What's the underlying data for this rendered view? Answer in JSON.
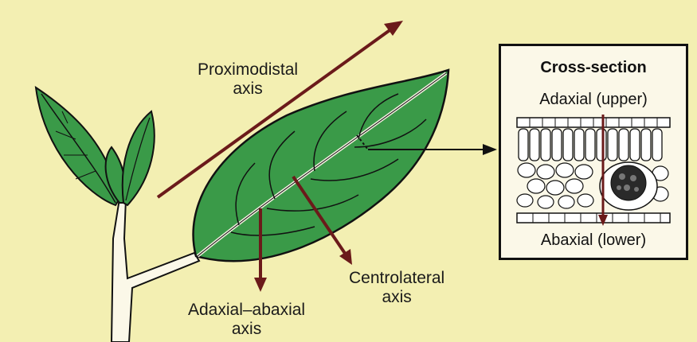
{
  "labels": {
    "proximodistal_line1": "Proximodistal",
    "proximodistal_line2": "axis",
    "centrolateral_line1": "Centrolateral",
    "centrolateral_line2": "axis",
    "adaxial_abaxial_line1": "Adaxial–abaxial",
    "adaxial_abaxial_line2": "axis"
  },
  "cross_section": {
    "title": "Cross-section",
    "upper": "Adaxial (upper)",
    "lower": "Abaxial (lower)"
  },
  "colors": {
    "background": "#f3efb2",
    "leaf_green": "#3a9a48",
    "arrow_maroon": "#6b1a1a",
    "line": "#111111"
  }
}
